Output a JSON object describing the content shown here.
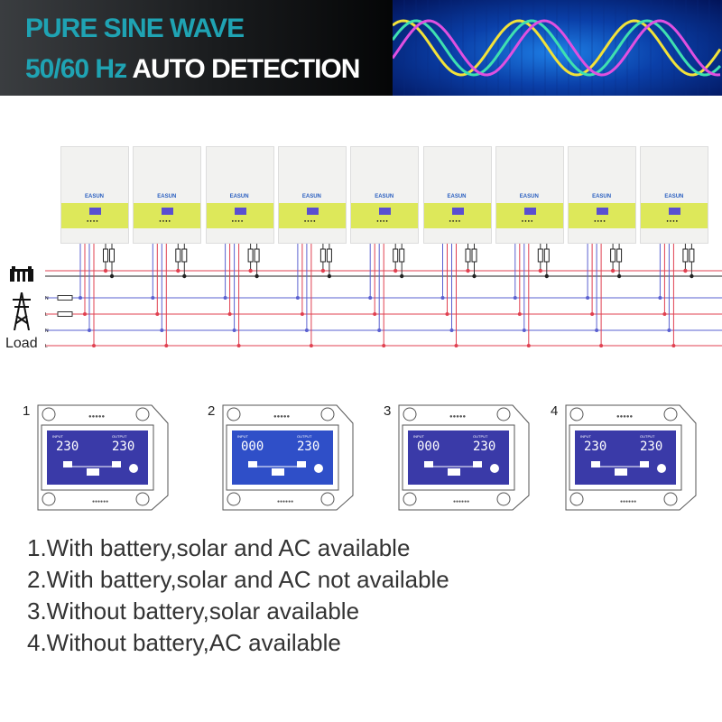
{
  "banner": {
    "line1": "PURE SINE WAVE",
    "line2_accent": "50/60 Hz",
    "line2_rest": "AUTO DETECTION",
    "wave_colors": [
      "#f2e23a",
      "#3fe0b0",
      "#e050e0"
    ]
  },
  "diagram": {
    "inverter_count": 9,
    "brand_logo": "EASUN",
    "load_label": "Load",
    "input_labels": [
      "N",
      "L"
    ],
    "load_terminals": [
      "N",
      "L"
    ],
    "colors": {
      "band": "#dde85a",
      "red": "#e04050",
      "blue": "#5a60d0",
      "black": "#222222"
    }
  },
  "panels": [
    {
      "number": "1",
      "input_label": "INPUT",
      "input_value": "230",
      "output_label": "OUTPUT",
      "output_value": "230",
      "screen": "#3a3aa8"
    },
    {
      "number": "2",
      "input_label": "INPUT",
      "input_value": "000",
      "output_label": "OUTPUT",
      "output_value": "230",
      "screen": "#2f4fc8"
    },
    {
      "number": "3",
      "input_label": "INPUT",
      "input_value": "000",
      "output_label": "OUTPUT",
      "output_value": "230",
      "screen": "#3a3aa8"
    },
    {
      "number": "4",
      "input_label": "INPUT",
      "input_value": "230",
      "output_label": "OUTPUT",
      "output_value": "230",
      "screen": "#3a3aa8"
    }
  ],
  "captions": [
    "1.With battery,solar and AC available",
    "2.With battery,solar and AC not available",
    "3.Without battery,solar available",
    "4.Without battery,AC available"
  ]
}
